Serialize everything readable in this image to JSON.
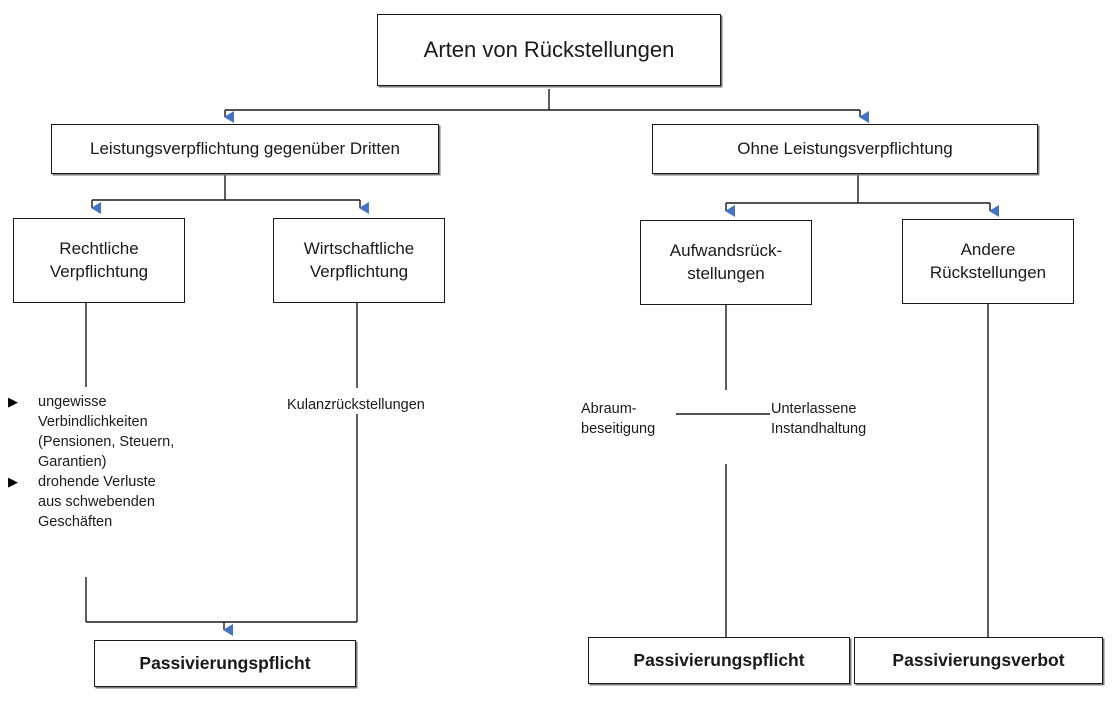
{
  "diagram": {
    "title_box": {
      "label": "Arten von Rückstellungen"
    },
    "level2": [
      {
        "label": "Leistungsverpflichtung gegenüber Dritten"
      },
      {
        "label": "Ohne Leistungsverpflichtung"
      }
    ],
    "level3": [
      {
        "label": "Rechtliche\nVerpflichtung"
      },
      {
        "label": "Wirtschaftliche\nVerpflichtung"
      },
      {
        "label": "Aufwandsrück-\nstellungen"
      },
      {
        "label": "Andere\nRückstellungen"
      }
    ],
    "examples": {
      "bullets": [
        {
          "marker": "▶",
          "text": "ungewisse\nVerbindlichkeiten\n(Pensionen, Steuern,\nGarantien)"
        },
        {
          "marker": "▶",
          "text": "drohende Verluste\naus schwebenden\nGeschäften"
        }
      ],
      "kulanz": "Kulanzrückstellungen",
      "abraum": "Abraum-\nbeseitigung",
      "unterlassene": "Unterlassene\nInstandhaltung"
    },
    "results": [
      {
        "label": "Passivierungspflicht"
      },
      {
        "label": "Passivierungspflicht"
      },
      {
        "label": "Passivierungsverbot"
      }
    ],
    "colors": {
      "arrow": "#4472C4",
      "line": "#1a1a1a",
      "box_border": "#1a1a1a",
      "box_shadow": "#7a7a7a",
      "text": "#1a1a1a",
      "background": "#ffffff"
    }
  }
}
